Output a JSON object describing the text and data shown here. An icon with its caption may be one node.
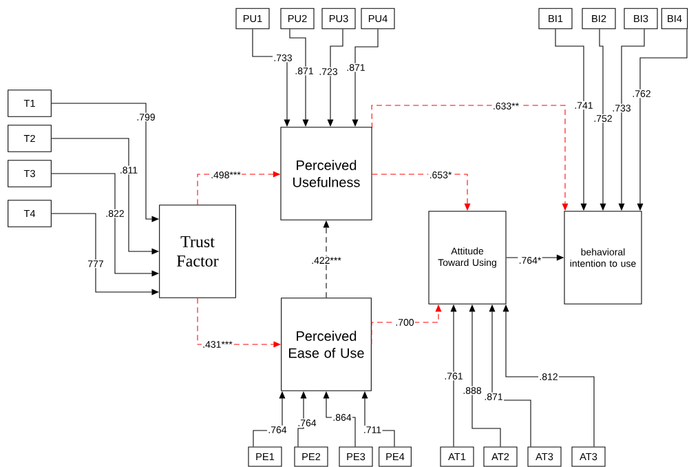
{
  "diagram": {
    "nodes": [
      {
        "text": [
          "T1"
        ]
      },
      {
        "text": [
          "T2"
        ]
      },
      {
        "text": [
          "T3"
        ]
      },
      {
        "text": [
          "T4"
        ]
      },
      {
        "text": [
          "Trust Factor"
        ]
      },
      {
        "text": [
          "PU1"
        ]
      },
      {
        "text": [
          "PU2"
        ]
      },
      {
        "text": [
          "PU3"
        ]
      },
      {
        "text": [
          "PU4"
        ]
      },
      {
        "text": [
          "Perceived Usefulness"
        ]
      },
      {
        "text": [
          "Perceived Ease of Use"
        ]
      },
      {
        "text": [
          "PE1"
        ]
      },
      {
        "text": [
          "PE2"
        ]
      },
      {
        "text": [
          "PE3"
        ]
      },
      {
        "text": [
          "PE4"
        ]
      },
      {
        "text": [
          "Attitude Toward Using"
        ]
      },
      {
        "text": [
          "behavioral intention to use"
        ]
      },
      {
        "text": [
          "AT1"
        ]
      },
      {
        "text": [
          "AT2"
        ]
      },
      {
        "text": [
          "AT3"
        ]
      },
      {
        "text": [
          "AT3"
        ]
      },
      {
        "text": [
          "BI1"
        ]
      },
      {
        "text": [
          "BI2"
        ]
      },
      {
        "text": [
          "BI3"
        ]
      },
      {
        "text": [
          "BI4"
        ]
      }
    ],
    "edges": [
      {
        "from": 0,
        "to": 4,
        "arrow": "to",
        "label": ".799"
      },
      {
        "from": 1,
        "to": 4,
        "arrow": "to",
        "label": ".811"
      },
      {
        "from": 2,
        "to": 4,
        "arrow": "to",
        "label": ".822"
      },
      {
        "from": 3,
        "to": 4,
        "arrow": "to",
        "label": "777"
      },
      {
        "from": 5,
        "to": 9,
        "arrow": "to",
        "label": ".733"
      },
      {
        "from": 6,
        "to": 9,
        "arrow": "to",
        "label": ".871"
      },
      {
        "from": 7,
        "to": 9,
        "arrow": "to",
        "label": ".723"
      },
      {
        "from": 8,
        "to": 9,
        "arrow": "to",
        "label": ".871"
      },
      {
        "from": 4,
        "to": 9,
        "arrow": "to",
        "label": ".498***",
        "style": "dashed",
        "color": "#ff0000"
      },
      {
        "from": 4,
        "to": 10,
        "arrow": "to",
        "label": ".431***",
        "style": "dashed",
        "color": "#ff0000"
      },
      {
        "from": 10,
        "to": 9,
        "arrow": "to",
        "label": ".422***",
        "style": "dashed"
      },
      {
        "from": 9,
        "to": 15,
        "arrow": "to",
        "label": ".653*",
        "style": "dashed",
        "color": "#ff0000"
      },
      {
        "from": 9,
        "to": 16,
        "arrow": "to",
        "label": ".633**",
        "style": "dashed",
        "color": "#ff0000"
      },
      {
        "from": 10,
        "to": 15,
        "arrow": "to",
        "label": ".700",
        "style": "dashed",
        "color": "#ff0000"
      },
      {
        "from": 15,
        "to": 16,
        "arrow": "to",
        "label": ".764*"
      },
      {
        "from": 11,
        "to": 10,
        "arrow": "to",
        "label": ".764"
      },
      {
        "from": 12,
        "to": 10,
        "arrow": "to",
        "label": ".764"
      },
      {
        "from": 13,
        "to": 10,
        "arrow": "to",
        "label": ".864"
      },
      {
        "from": 14,
        "to": 10,
        "arrow": "to",
        "label": ".711"
      },
      {
        "from": 17,
        "to": 15,
        "arrow": "to",
        "label": ".761"
      },
      {
        "from": 18,
        "to": 15,
        "arrow": "to",
        "label": ".888"
      },
      {
        "from": 19,
        "to": 15,
        "arrow": "to",
        "label": ".871"
      },
      {
        "from": 20,
        "to": 15,
        "arrow": "to",
        "label": ".812"
      },
      {
        "from": 21,
        "to": 16,
        "arrow": "to",
        "label": ".741"
      },
      {
        "from": 22,
        "to": 16,
        "arrow": "to",
        "label": ".752"
      },
      {
        "from": 23,
        "to": 16,
        "arrow": "to",
        "label": ".733"
      },
      {
        "from": 24,
        "to": 16,
        "arrow": "to",
        "label": ".762"
      }
    ]
  }
}
